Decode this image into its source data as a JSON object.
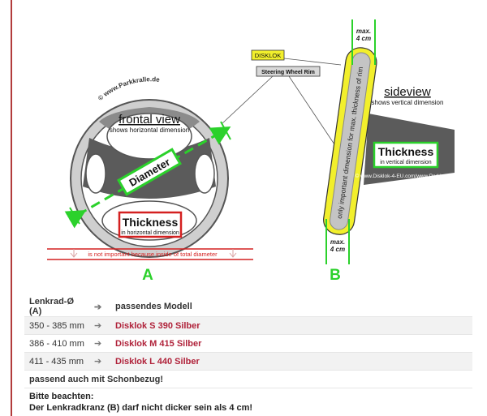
{
  "diagram": {
    "watermark_front": "© www.Parkkralle.de",
    "frontal_title": "frontal view",
    "frontal_sub": "shows horizontal dimension",
    "diameter_label": "Diameter",
    "thickness_front_title": "Thickness",
    "thickness_front_sub": "in horizontal dimension",
    "not_important": "is not important because inside of total diameter",
    "label_a": "A",
    "disklok_tag": "DISKLOK",
    "rim_tag": "Steering Wheel Rim",
    "maxcm_top_1": "max.",
    "maxcm_top_2": "4 cm",
    "vertical_text": "only important dimension for max. thickness of rim",
    "sideview_title": "sideview",
    "sideview_sub": "shows vertical dimension",
    "thickness_side_title": "Thickness",
    "thickness_side_sub": "in vertical dimension",
    "watermark_side": "© www.Disklok-4-EU.com/www.Parkkralle.de",
    "maxcm_bottom_1": "max.",
    "maxcm_bottom_2": "4 cm",
    "label_b": "B",
    "colors": {
      "green": "#2bd12b",
      "red": "#d42020",
      "yellow": "#f2ef2c",
      "grey": "#9b9b9b",
      "dark": "#555555"
    }
  },
  "table": {
    "header": {
      "col1": "Lenkrad-Ø (A)",
      "arrow": "➔",
      "col2": "passendes Modell"
    },
    "rows": [
      {
        "range": "350 - 385 mm",
        "arrow": "➔",
        "model": "Disklok S 390 Silber"
      },
      {
        "range": "386 - 410 mm",
        "arrow": "➔",
        "model": "Disklok M 415 Silber"
      },
      {
        "range": "411 - 435 mm",
        "arrow": "➔",
        "model": "Disklok L 440 Silber"
      }
    ],
    "footnote": "passend auch mit Schonbezug!"
  },
  "notice": {
    "line1": "Bitte beachten:",
    "line2": "Der Lenkradkranz (B) darf nicht dicker sein als 4 cm!"
  }
}
